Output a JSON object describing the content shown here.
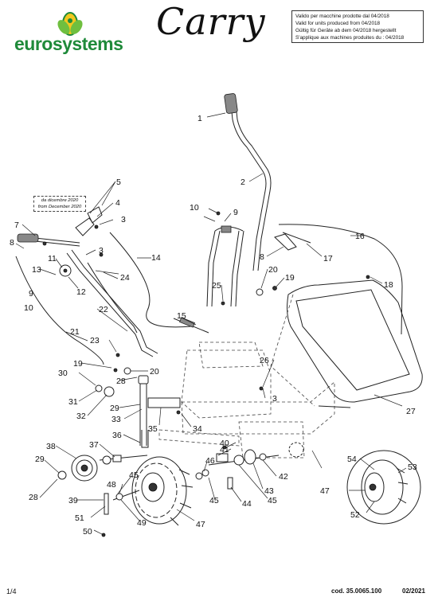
{
  "header": {
    "brand": "eurosystems",
    "product": "Carry",
    "validity_lines": [
      "Valido per macchine prodotte dal 04/2018",
      "Valid for units produced from 04/2018",
      "Gültig für Geräte ab dem 04/2018 hergestellt",
      "S'applique aux machines produites du : 04/2018"
    ]
  },
  "variant_note": {
    "line1": "da dicembre 2020",
    "line2": "from December 2020"
  },
  "callouts": [
    "1",
    "2",
    "3",
    "3",
    "3",
    "4",
    "5",
    "7",
    "8",
    "8",
    "9",
    "9",
    "10",
    "10",
    "11",
    "12",
    "13",
    "14",
    "15",
    "16",
    "17",
    "18",
    "19",
    "19",
    "20",
    "20",
    "21",
    "22",
    "23",
    "24",
    "25",
    "26",
    "27",
    "28",
    "28",
    "29",
    "29",
    "30",
    "31",
    "32",
    "33",
    "34",
    "35",
    "36",
    "37",
    "38",
    "39",
    "40",
    "41",
    "42",
    "43",
    "44",
    "45",
    "45",
    "45",
    "46",
    "47",
    "47",
    "48",
    "49",
    "50",
    "51",
    "52",
    "53",
    "54"
  ],
  "footer": {
    "page": "1/4",
    "code": "cod. 35.0065.100",
    "date": "02/2021"
  },
  "colors": {
    "logo_green": "#1f8a3a",
    "logo_yellow": "#f2c81e",
    "line": "#222222"
  }
}
